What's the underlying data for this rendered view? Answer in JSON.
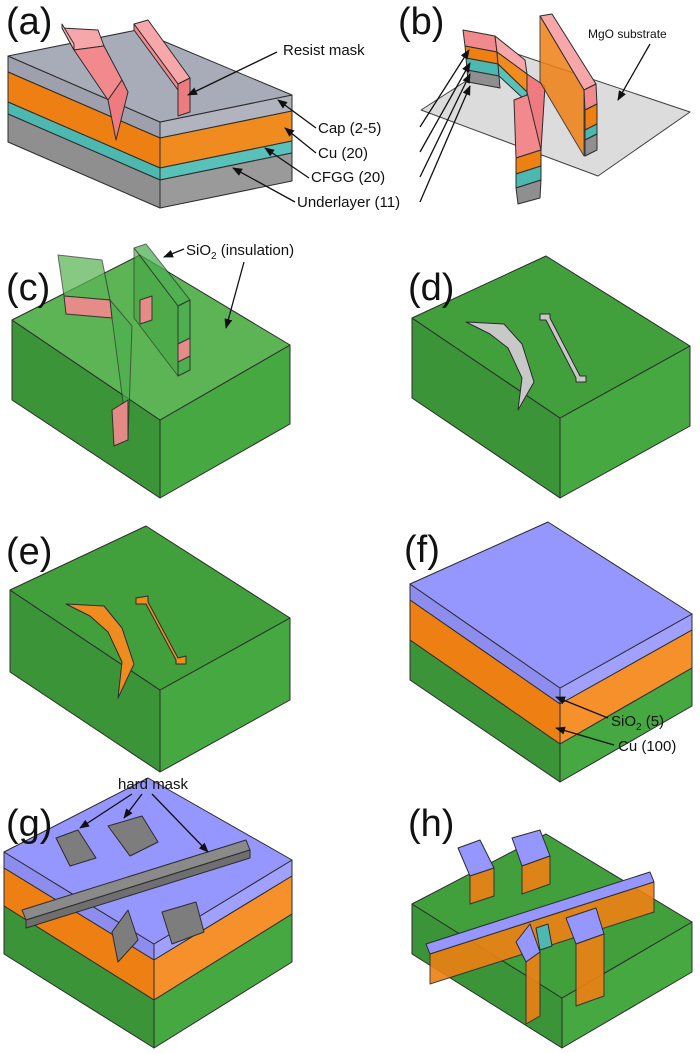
{
  "panels": {
    "a": {
      "letter": "(a)"
    },
    "b": {
      "letter": "(b)"
    },
    "c": {
      "letter": "(c)"
    },
    "d": {
      "letter": "(d)"
    },
    "e": {
      "letter": "(e)"
    },
    "f": {
      "letter": "(f)"
    },
    "g": {
      "letter": "(g)"
    },
    "h": {
      "letter": "(h)"
    }
  },
  "labels": {
    "resist_mask": "Resist mask",
    "cap": "Cap (2-5)",
    "cu": "Cu (20)",
    "cfgg": "CFGG (20)",
    "underlayer": "Underlayer (11)",
    "mgo_substrate": "MgO substrate",
    "sio2_main": "SiO",
    "sio2_sub": "2",
    "sio2_suffix": " (insulation)",
    "sio2_f_main": "SiO",
    "sio2_f_sub": "2",
    "sio2_f_suffix": " (5)",
    "cu_100": "Cu (100)",
    "hard_mask": "hard mask"
  },
  "colors": {
    "resist": "#f2898d",
    "cap_gray": "#a8abb8",
    "copper": "#ee8013",
    "cfgg": "#4db8b0",
    "underlayer": "#8f8f8f",
    "substrate": "#d9d9d9",
    "sio2_green": "#3f9e3a",
    "sio2_translucent": "#4caf50",
    "purple": "#9696ff",
    "hardmask_gray": "#7d7d7d"
  }
}
